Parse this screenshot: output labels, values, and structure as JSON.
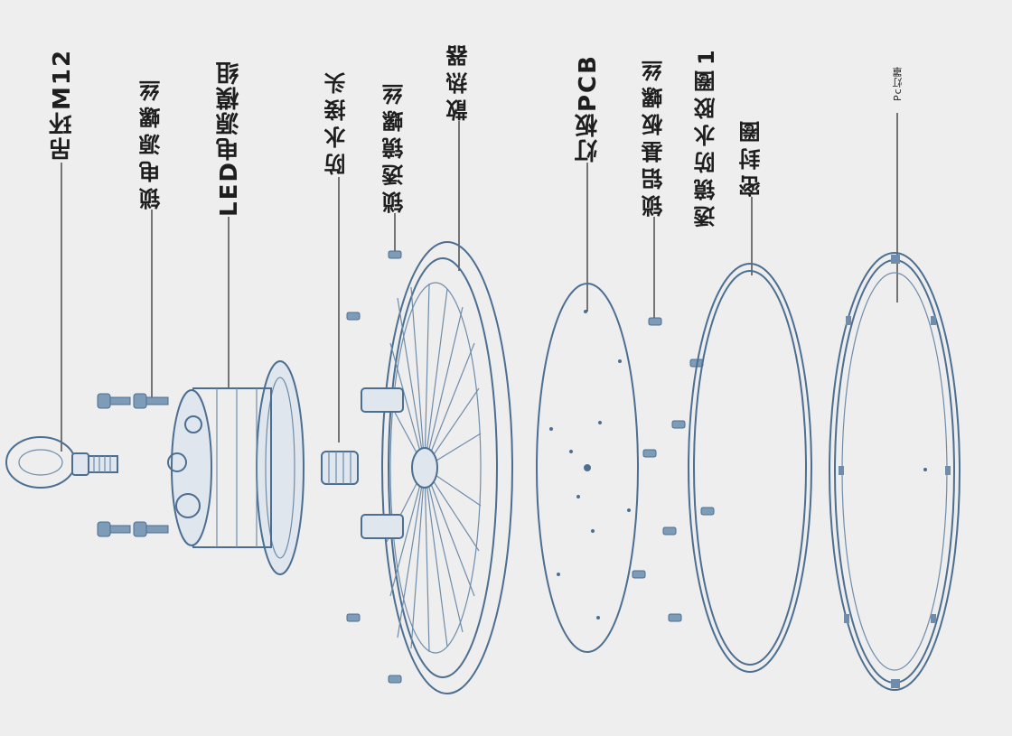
{
  "labels": {
    "eye_bolt": "吊环M12",
    "power_screw": "锁电源螺丝",
    "led_power_module": "LED电源模组",
    "waterproof_connector": "防水接头",
    "lens_screw": "锁透镜螺丝",
    "heatsink": "散热器",
    "pcb_board": "灯板PCB",
    "aluminum_screw": "锁铝基板螺丝",
    "lens_gasket": "透镜防水胶圈1",
    "seal_ring": "密封圈",
    "pc_cover": "Pc灯罩"
  },
  "colors": {
    "line": "#4c6f91",
    "text": "#1e1e1e",
    "background": "#eeeeee"
  }
}
